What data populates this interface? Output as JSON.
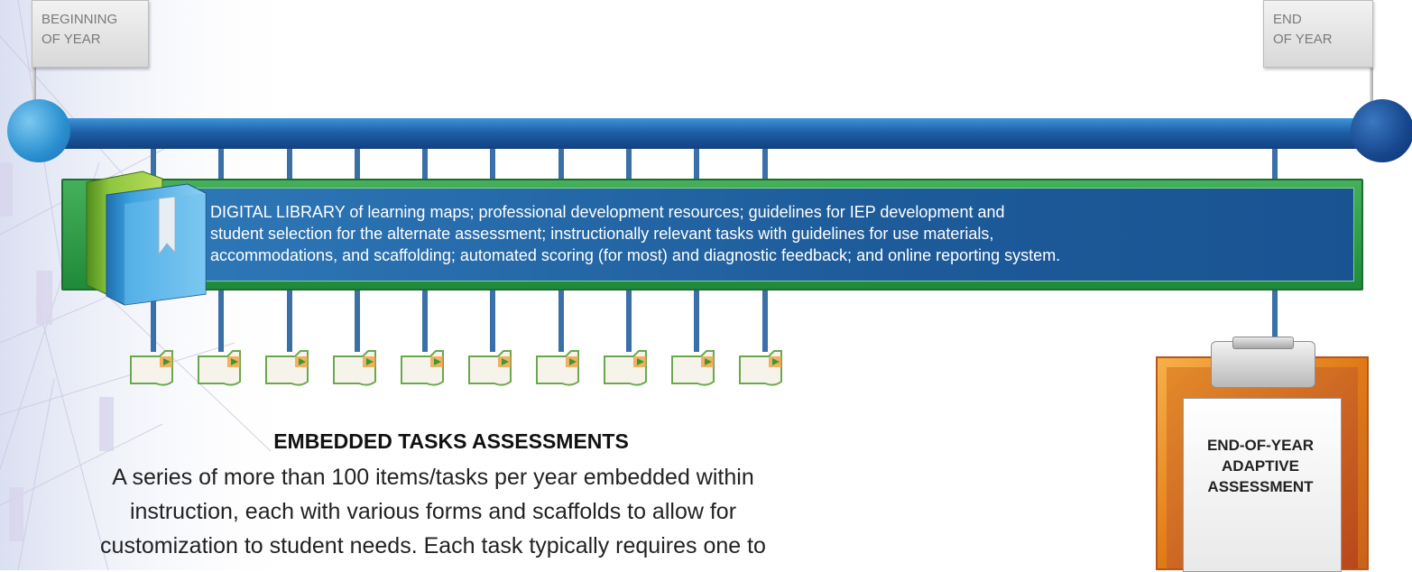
{
  "flags": {
    "begin": [
      "BEGINNING",
      "OF YEAR"
    ],
    "end": [
      "END",
      "OF YEAR"
    ]
  },
  "digital_library": {
    "text": "DIGITAL LIBRARY of learning maps; professional development resources; guidelines for IEP development and student selection for the alternate assessment; instructionally relevant tasks with guidelines for use materials, accommodations, and scaffolding; automated scoring (for most) and diagnostic feedback; and online reporting system.",
    "lines": [
      "DIGITAL LIBRARY of learning maps; professional development resources; guidelines for IEP development and",
      "student selection for the alternate assessment; instructionally relevant tasks with guidelines for use materials,",
      "accommodations, and scaffolding; automated scoring (for most) and diagnostic feedback; and online reporting system."
    ]
  },
  "embedded": {
    "title": "EMBEDDED TASKS ASSESSMENTS",
    "lines": [
      "A series of more than 100 items/tasks per year embedded within",
      "instruction, each with various forms and scaffolds to allow for",
      "customization to student needs. Each task typically requires one to"
    ]
  },
  "end_of_year": {
    "lines": [
      "END-OF-YEAR",
      "ADAPTIVE",
      "ASSESSMENT"
    ]
  },
  "task_count": 10,
  "colors": {
    "timeline": "#1e5fa8",
    "library_frame": "#2f9e48",
    "library_fill": "#1d5b9a",
    "clipboard": "#e07a18",
    "task_folder": "#6aa84f",
    "task_arrow": "#3a9a30"
  }
}
